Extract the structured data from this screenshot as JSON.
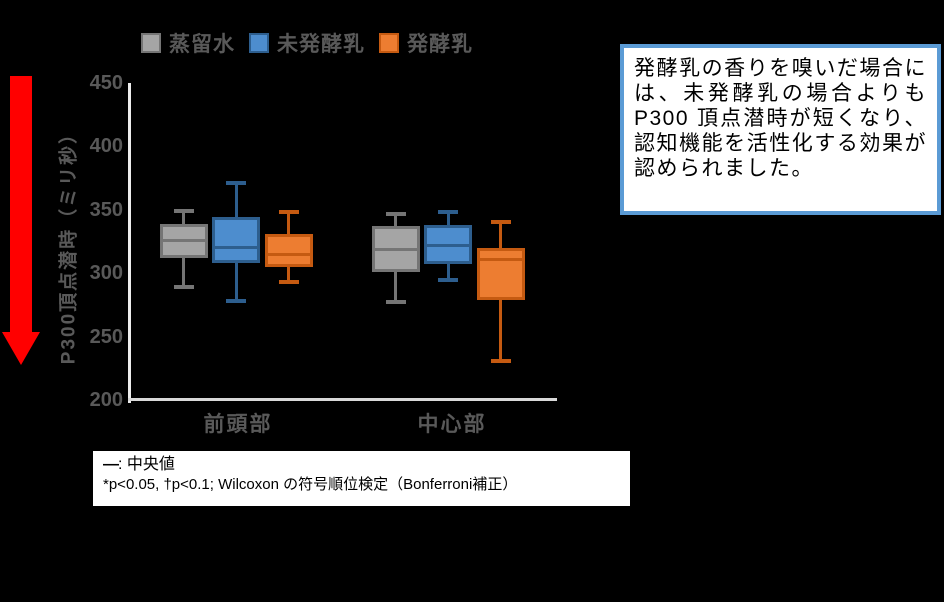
{
  "colors": {
    "background": "#000000",
    "arrow": "#FF0000",
    "annotation_border": "#5B9BD5",
    "axis_text": "#595959",
    "y_axis_line": "#EDEDED",
    "x_axis_line": "#D9D9D9"
  },
  "chart_data": {
    "type": "boxplot",
    "title": "",
    "ylabel": "P300頂点潜時（ミリ秒）",
    "ylim": [
      200,
      450
    ],
    "yticks": [
      200,
      250,
      300,
      350,
      400,
      450
    ],
    "grid": false,
    "legend_position": "top",
    "categories": [
      "前頭部",
      "中心部"
    ],
    "series": [
      {
        "name": "蒸留水",
        "fill": "#A5A5A5",
        "border": "#757575",
        "boxes": [
          {
            "whisker_low": 289,
            "q1": 312,
            "median": 326,
            "q3": 339,
            "whisker_high": 349
          },
          {
            "whisker_low": 277,
            "q1": 301,
            "median": 319,
            "q3": 337,
            "whisker_high": 347
          }
        ]
      },
      {
        "name": "未発酵乳",
        "fill": "#4D8DCE",
        "border": "#2D5E8E",
        "boxes": [
          {
            "whisker_low": 278,
            "q1": 308,
            "median": 320,
            "q3": 344,
            "whisker_high": 371
          },
          {
            "whisker_low": 295,
            "q1": 307,
            "median": 322,
            "q3": 338,
            "whisker_high": 348
          }
        ]
      },
      {
        "name": "発酵乳",
        "fill": "#ED7D31",
        "border": "#C55A11",
        "boxes": [
          {
            "whisker_low": 293,
            "q1": 305,
            "median": 315,
            "q3": 331,
            "whisker_high": 348
          },
          {
            "whisker_low": 231,
            "q1": 279,
            "median": 311,
            "q3": 320,
            "whisker_high": 340
          }
        ]
      }
    ]
  },
  "annotation": {
    "text": "発酵乳の香りを嗅いだ場合には、未発酵乳の場合よりもP300 頂点潜時が短くなり、認知機能を活性化する効果が認められました。"
  },
  "footnote": {
    "median_symbol": "—",
    "median_label": ": 中央値",
    "stats_line": "*p<0.05, †p<0.1; Wilcoxon の符号順位検定（Bonferroni補正）"
  }
}
